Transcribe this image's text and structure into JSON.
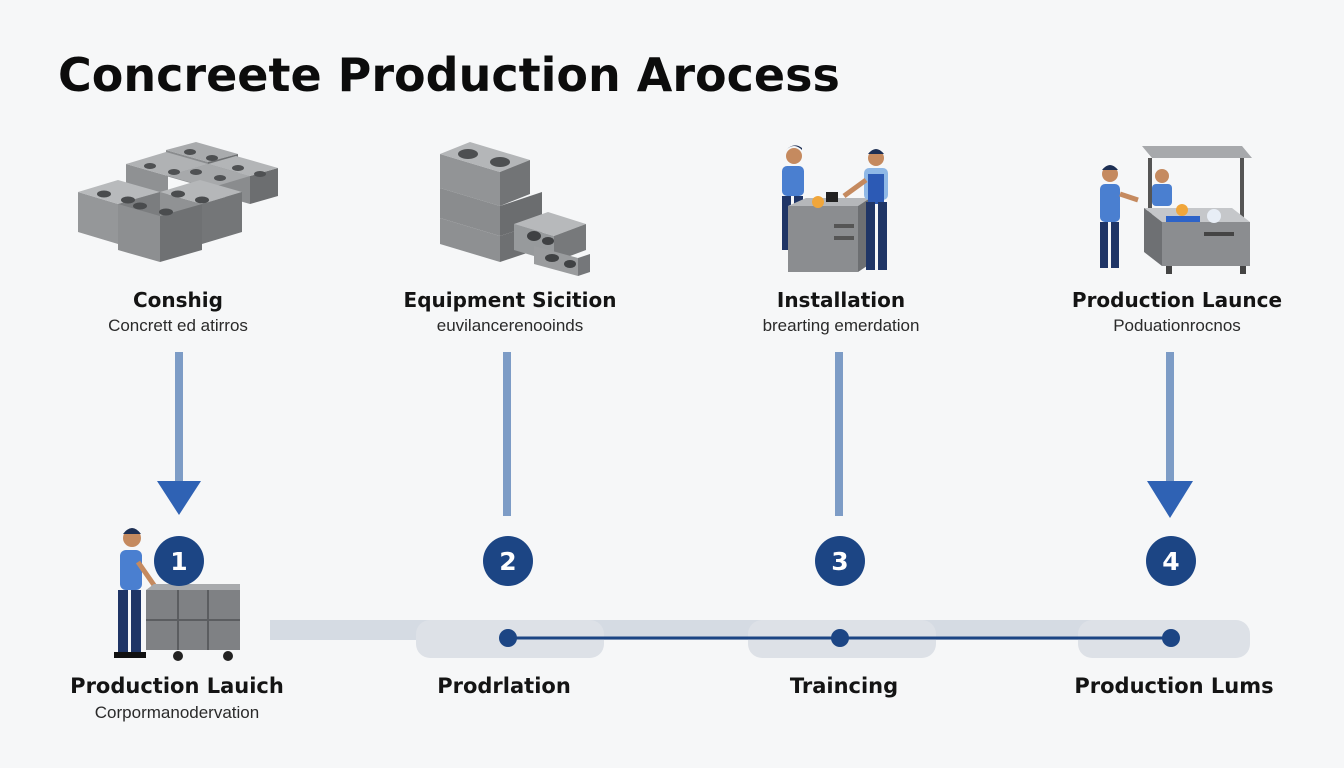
{
  "title": "Concreete Production Arocess",
  "colors": {
    "accent": "#1c4584",
    "connector": "#7d9cc6",
    "track": "#d5dbe3",
    "background": "#f6f7f8"
  },
  "top_steps": [
    {
      "icon": "concrete-blocks-icon",
      "title": "Conshig",
      "subtitle": "Concrett ed atirros"
    },
    {
      "icon": "stacked-blocks-icon",
      "title": "Equipment Sicition",
      "subtitle": "euvilancerenooinds"
    },
    {
      "icon": "workers-installation-icon",
      "title": "Installation",
      "subtitle": "brearting emerdation"
    },
    {
      "icon": "production-station-icon",
      "title": "Production Launce",
      "subtitle": "Poduationrocnos"
    }
  ],
  "numbers": [
    "1",
    "2",
    "3",
    "4"
  ],
  "bottom_steps": [
    {
      "icon": "worker-cart-icon",
      "title": "Production Lauich",
      "subtitle": "Corpormanodervation"
    },
    {
      "title": "Prodrlation",
      "subtitle": ""
    },
    {
      "title": "Traincing",
      "subtitle": ""
    },
    {
      "title": "Production Lums",
      "subtitle": ""
    }
  ]
}
